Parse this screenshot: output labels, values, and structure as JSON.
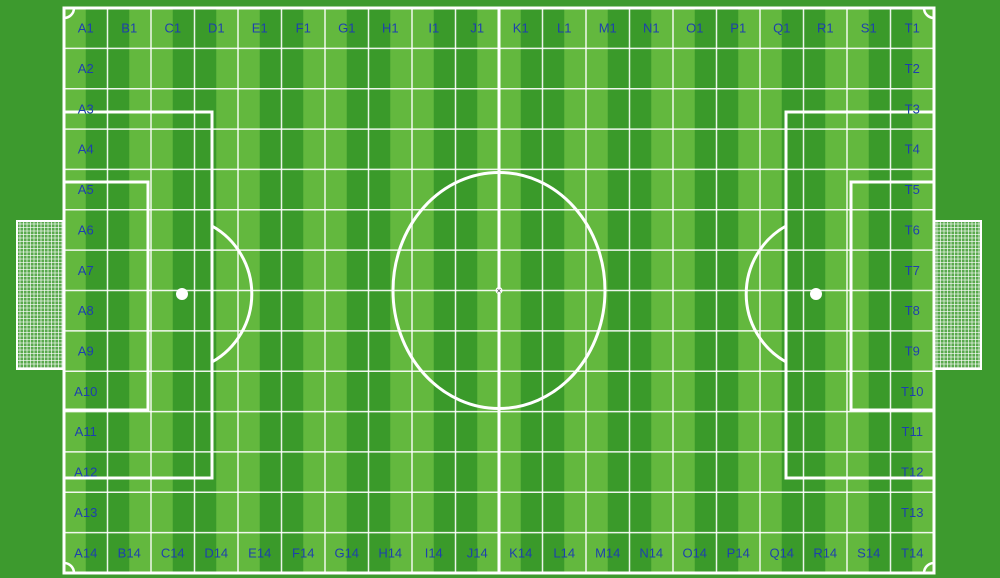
{
  "columns": [
    "A",
    "B",
    "C",
    "D",
    "E",
    "F",
    "G",
    "H",
    "I",
    "J",
    "K",
    "L",
    "M",
    "N",
    "O",
    "P",
    "Q",
    "R",
    "S",
    "T"
  ],
  "rows": [
    1,
    2,
    3,
    4,
    5,
    6,
    7,
    8,
    9,
    10,
    11,
    12,
    13,
    14
  ],
  "top_labels": [
    "A1",
    "B1",
    "C1",
    "D1",
    "E1",
    "F1",
    "G1",
    "H1",
    "I1",
    "J1",
    "K1",
    "L1",
    "M1",
    "N1",
    "O1",
    "P1",
    "Q1",
    "R1",
    "S1",
    "T1"
  ],
  "bottom_labels": [
    "A14",
    "B14",
    "C14",
    "D14",
    "E14",
    "F14",
    "G14",
    "H14",
    "I14",
    "J14",
    "K14",
    "L14",
    "M14",
    "N14",
    "O14",
    "P14",
    "Q14",
    "R14",
    "S14",
    "T14"
  ],
  "left_labels": [
    "A2",
    "A3",
    "A4",
    "A5",
    "A6",
    "A7",
    "A8",
    "A9",
    "A10",
    "A11",
    "A12",
    "A13"
  ],
  "right_labels": [
    "T2",
    "T3",
    "T4",
    "T5",
    "T6",
    "T7",
    "T8",
    "T9",
    "T10",
    "T11",
    "T12",
    "T13"
  ],
  "colors": {
    "background": "#3d9a2e",
    "stripe_dark": "#3a9a2a",
    "stripe_light": "#63b83e",
    "lines": "#ffffff",
    "label": "#1d3fae"
  }
}
